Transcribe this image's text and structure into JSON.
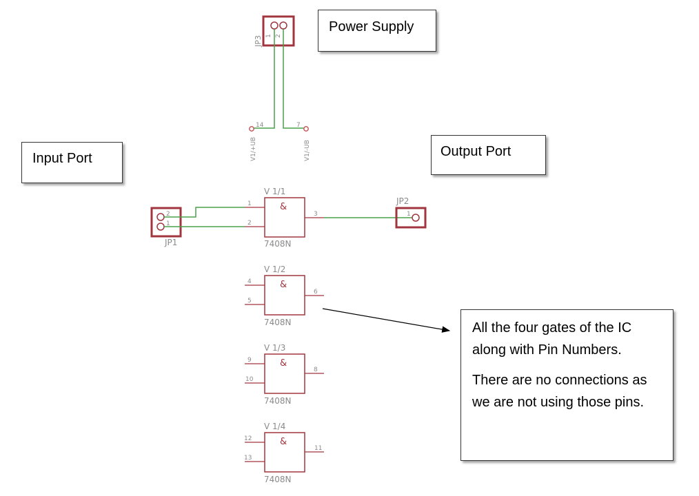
{
  "callouts": {
    "power_supply": "Power Supply",
    "input_port": "Input Port",
    "output_port": "Output Port",
    "note_line1": "All the four gates of the IC along with Pin Numbers.",
    "note_line2": "There are no connections as we are not using those pins."
  },
  "parts": {
    "jp3": {
      "name": "JP3",
      "pin1": "1",
      "pin2": "2"
    },
    "jp1": {
      "name": "JP1",
      "pin1": "1",
      "pin2": "2"
    },
    "jp2": {
      "name": "JP2",
      "pin1": "1"
    },
    "power_pins": {
      "vcc_pin": "14",
      "vcc_label": "V1/+UB",
      "gnd_pin": "7",
      "gnd_label": "V1/-UB"
    },
    "gates": [
      {
        "name": "V 1/1",
        "part": "7408N",
        "symbol": "&",
        "in_a": "1",
        "in_b": "2",
        "out": "3"
      },
      {
        "name": "V 1/2",
        "part": "7408N",
        "symbol": "&",
        "in_a": "4",
        "in_b": "5",
        "out": "6"
      },
      {
        "name": "V 1/3",
        "part": "7408N",
        "symbol": "&",
        "in_a": "9",
        "in_b": "10",
        "out": "8"
      },
      {
        "name": "V 1/4",
        "part": "7408N",
        "symbol": "&",
        "in_a": "12",
        "in_b": "13",
        "out": "11"
      }
    ]
  },
  "colors": {
    "part_outline": "#a0353d",
    "wire": "#4aa04a",
    "label_gray": "#8a8a8a",
    "pin_red": "#c85a5a"
  }
}
